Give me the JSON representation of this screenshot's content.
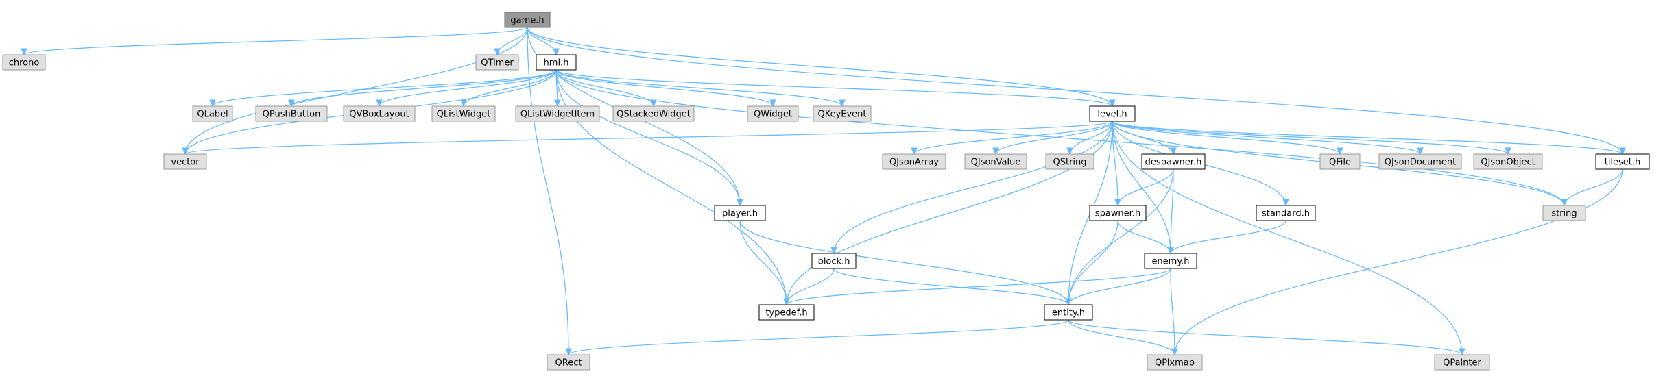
{
  "graph": {
    "nodes": [
      {
        "id": "game",
        "label": "game.h",
        "kind": "root"
      },
      {
        "id": "chrono",
        "label": "chrono",
        "kind": "external"
      },
      {
        "id": "QTimer",
        "label": "QTimer",
        "kind": "external"
      },
      {
        "id": "hmi",
        "label": "hmi.h",
        "kind": "header"
      },
      {
        "id": "QLabel",
        "label": "QLabel",
        "kind": "external"
      },
      {
        "id": "QPushButton",
        "label": "QPushButton",
        "kind": "external"
      },
      {
        "id": "QVBoxLayout",
        "label": "QVBoxLayout",
        "kind": "external"
      },
      {
        "id": "QListWidget",
        "label": "QListWidget",
        "kind": "external"
      },
      {
        "id": "QListWidgetItem",
        "label": "QListWidgetItem",
        "kind": "external"
      },
      {
        "id": "QStackedWidget",
        "label": "QStackedWidget",
        "kind": "external"
      },
      {
        "id": "QWidget",
        "label": "QWidget",
        "kind": "external"
      },
      {
        "id": "QKeyEvent",
        "label": "QKeyEvent",
        "kind": "external"
      },
      {
        "id": "level",
        "label": "level.h",
        "kind": "header"
      },
      {
        "id": "vector",
        "label": "vector",
        "kind": "external"
      },
      {
        "id": "QJsonArray",
        "label": "QJsonArray",
        "kind": "external"
      },
      {
        "id": "QJsonValue",
        "label": "QJsonValue",
        "kind": "external"
      },
      {
        "id": "QString",
        "label": "QString",
        "kind": "external"
      },
      {
        "id": "despawner",
        "label": "despawner.h",
        "kind": "header"
      },
      {
        "id": "QFile",
        "label": "QFile",
        "kind": "external"
      },
      {
        "id": "QJsonDocument",
        "label": "QJsonDocument",
        "kind": "external"
      },
      {
        "id": "QJsonObject",
        "label": "QJsonObject",
        "kind": "external"
      },
      {
        "id": "tileset",
        "label": "tileset.h",
        "kind": "header"
      },
      {
        "id": "string",
        "label": "string",
        "kind": "external"
      },
      {
        "id": "player",
        "label": "player.h",
        "kind": "header"
      },
      {
        "id": "spawner",
        "label": "spawner.h",
        "kind": "header"
      },
      {
        "id": "standard",
        "label": "standard.h",
        "kind": "header"
      },
      {
        "id": "block",
        "label": "block.h",
        "kind": "header"
      },
      {
        "id": "enemy",
        "label": "enemy.h",
        "kind": "header"
      },
      {
        "id": "typedef",
        "label": "typedef.h",
        "kind": "header"
      },
      {
        "id": "entity",
        "label": "entity.h",
        "kind": "header"
      },
      {
        "id": "QRect",
        "label": "QRect",
        "kind": "external"
      },
      {
        "id": "QPixmap",
        "label": "QPixmap",
        "kind": "external"
      },
      {
        "id": "QPainter",
        "label": "QPainter",
        "kind": "external"
      }
    ],
    "edges": [
      [
        "game",
        "chrono"
      ],
      [
        "game",
        "QTimer"
      ],
      [
        "game",
        "hmi"
      ],
      [
        "game",
        "vector"
      ],
      [
        "game",
        "QRect"
      ],
      [
        "game",
        "level"
      ],
      [
        "game",
        "tileset"
      ],
      [
        "game",
        "player"
      ],
      [
        "hmi",
        "QLabel"
      ],
      [
        "hmi",
        "QPushButton"
      ],
      [
        "hmi",
        "QVBoxLayout"
      ],
      [
        "hmi",
        "QListWidget"
      ],
      [
        "hmi",
        "QListWidgetItem"
      ],
      [
        "hmi",
        "QStackedWidget"
      ],
      [
        "hmi",
        "QWidget"
      ],
      [
        "hmi",
        "QKeyEvent"
      ],
      [
        "hmi",
        "level"
      ],
      [
        "hmi",
        "vector"
      ],
      [
        "hmi",
        "player"
      ],
      [
        "hmi",
        "typedef"
      ],
      [
        "hmi",
        "string"
      ],
      [
        "level",
        "vector"
      ],
      [
        "level",
        "QJsonArray"
      ],
      [
        "level",
        "QJsonValue"
      ],
      [
        "level",
        "QString"
      ],
      [
        "level",
        "despawner"
      ],
      [
        "level",
        "QFile"
      ],
      [
        "level",
        "QJsonDocument"
      ],
      [
        "level",
        "QJsonObject"
      ],
      [
        "level",
        "tileset"
      ],
      [
        "level",
        "string"
      ],
      [
        "level",
        "spawner"
      ],
      [
        "level",
        "standard"
      ],
      [
        "level",
        "block"
      ],
      [
        "level",
        "enemy"
      ],
      [
        "level",
        "entity"
      ],
      [
        "level",
        "typedef"
      ],
      [
        "level",
        "QPainter"
      ],
      [
        "despawner",
        "spawner"
      ],
      [
        "despawner",
        "enemy"
      ],
      [
        "despawner",
        "entity"
      ],
      [
        "tileset",
        "string"
      ],
      [
        "tileset",
        "QPixmap"
      ],
      [
        "player",
        "typedef"
      ],
      [
        "player",
        "entity"
      ],
      [
        "spawner",
        "enemy"
      ],
      [
        "spawner",
        "entity"
      ],
      [
        "standard",
        "enemy"
      ],
      [
        "block",
        "typedef"
      ],
      [
        "block",
        "entity"
      ],
      [
        "enemy",
        "typedef"
      ],
      [
        "enemy",
        "entity"
      ],
      [
        "enemy",
        "QPixmap"
      ],
      [
        "entity",
        "QRect"
      ],
      [
        "entity",
        "QPixmap"
      ],
      [
        "entity",
        "QPainter"
      ]
    ]
  }
}
